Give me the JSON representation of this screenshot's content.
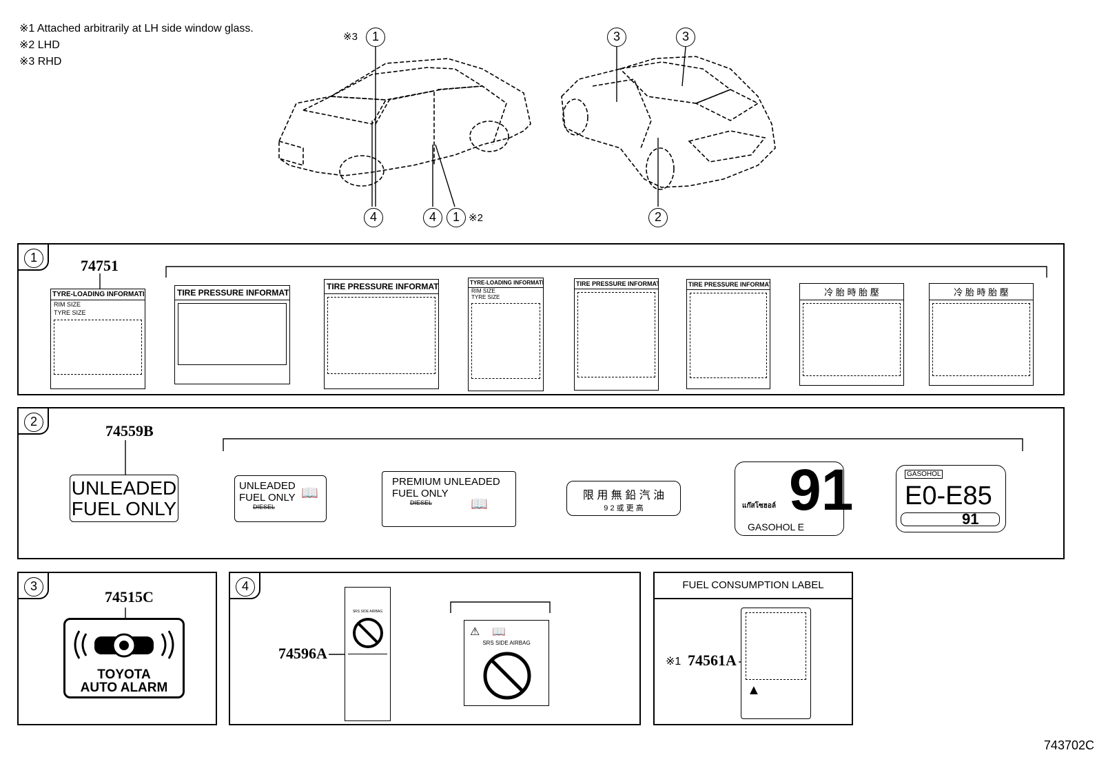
{
  "notes": [
    "※1  Attached arbitrarily at LH side window glass.",
    "※2  LHD",
    "※3  RHD"
  ],
  "callouts": {
    "one": "1",
    "two": "2",
    "three": "3",
    "four": "4",
    "rhd_mark": "※3",
    "lhd_mark": "※2"
  },
  "sections": {
    "s1": {
      "number": "1",
      "part": "74751",
      "labels": [
        {
          "title": "TYRE-LOADING INFORMATION",
          "row1": "RIM SIZE",
          "row2": "TYRE SIZE"
        },
        {
          "title": "TIRE PRESSURE INFORMATION"
        },
        {
          "title": "TIRE PRESSURE INFORMATION"
        },
        {
          "title": "TYRE-LOADING INFORMATION",
          "row1": "RIM SIZE",
          "row2": "TYRE SIZE"
        },
        {
          "title": "TIRE PRESSURE INFORMATION"
        },
        {
          "title": "TIRE PRESSURE INFORMATION"
        },
        {
          "title": "冷 胎 時 胎 壓"
        },
        {
          "title": "冷 胎 時 胎 壓"
        }
      ]
    },
    "s2": {
      "number": "2",
      "part": "74559B",
      "label_main": {
        "line1": "UNLEADED",
        "line2": "FUEL ONLY"
      },
      "label_b": {
        "line1": "UNLEADED",
        "line2": "FUEL ONLY",
        "crossed": "DIESEL"
      },
      "label_c": {
        "line1": "PREMIUM  UNLEADED",
        "line2": "FUEL ONLY",
        "crossed": "DIESEL"
      },
      "label_d": {
        "line1": "限 用 無 鉛 汽 油",
        "line2": "9 2 或 更 高"
      },
      "label_e": {
        "big": "91",
        "thai": "แก๊สโซฮอล์",
        "bottom": "GASOHOL  E"
      },
      "label_f": {
        "top": "GASOHOL",
        "big": "E0-E85",
        "num": "91"
      }
    },
    "s3": {
      "number": "3",
      "part": "74515C",
      "line1": "TOYOTA",
      "line2": "AUTO ALARM"
    },
    "s4": {
      "number": "4",
      "part": "74596A",
      "airbag": "SRS  SIDE  AIRBAG",
      "small_txt": "SRS  SIDE  AIRBAG"
    },
    "s5": {
      "title": "FUEL CONSUMPTION LABEL",
      "mark": "※1",
      "part": "74561A"
    }
  },
  "footer": "743702C"
}
